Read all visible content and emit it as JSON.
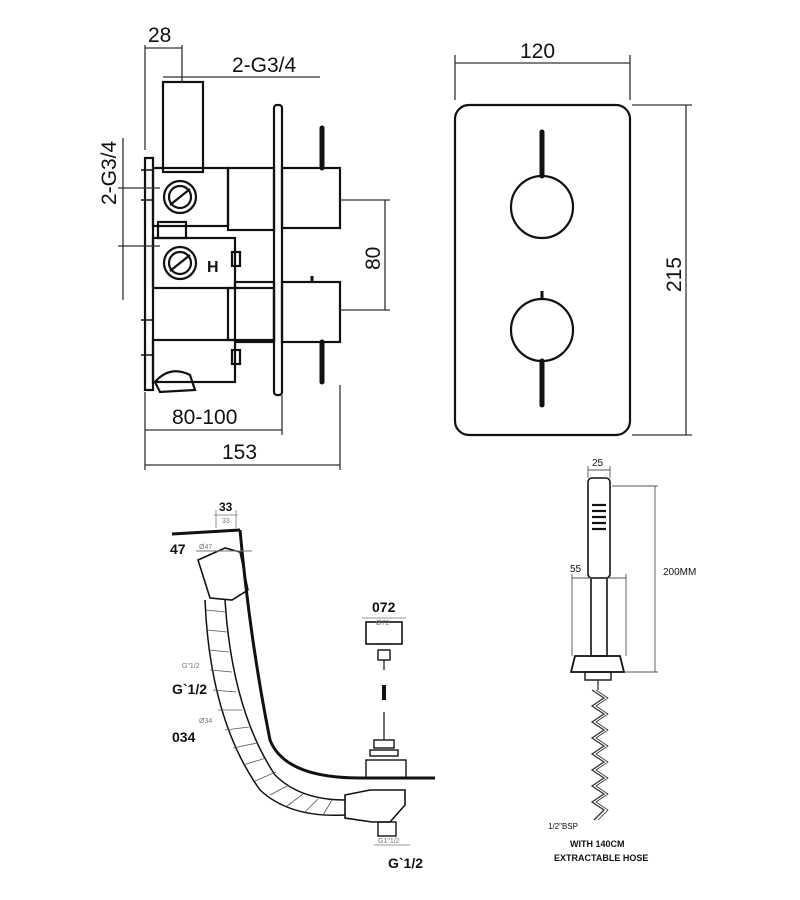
{
  "valve_side": {
    "width_top": "28",
    "outlet_label": "2-G3/4",
    "inlet_label": "2-G3/4",
    "centers": "80",
    "depth_range": "80-100",
    "overall_depth": "153"
  },
  "valve_front": {
    "plate_width": "120",
    "plate_height": "215"
  },
  "waste": {
    "top_width": "33",
    "left_dim": "47",
    "thread_label_1": "G`1/2",
    "pipe_dia": "034",
    "plug_dia": "072",
    "thread_label_2": "G`1/2",
    "small_g_label": "G\"1/2",
    "small_pipe_label": "Ø34",
    "small_plug_label": "Ø72",
    "small_thread_label": "G1\"1/2",
    "small_top_label": "33",
    "small_left_label": "Ø47"
  },
  "handset": {
    "head_width": "25",
    "bracket_width": "55",
    "length": "200MM",
    "connector": "1/2\"BSP",
    "note_line1": "WITH 140CM",
    "note_line2": "EXTRACTABLE HOSE"
  },
  "colors": {
    "line": "#111111",
    "dim_line": "#333333",
    "hatch": "#555555"
  }
}
